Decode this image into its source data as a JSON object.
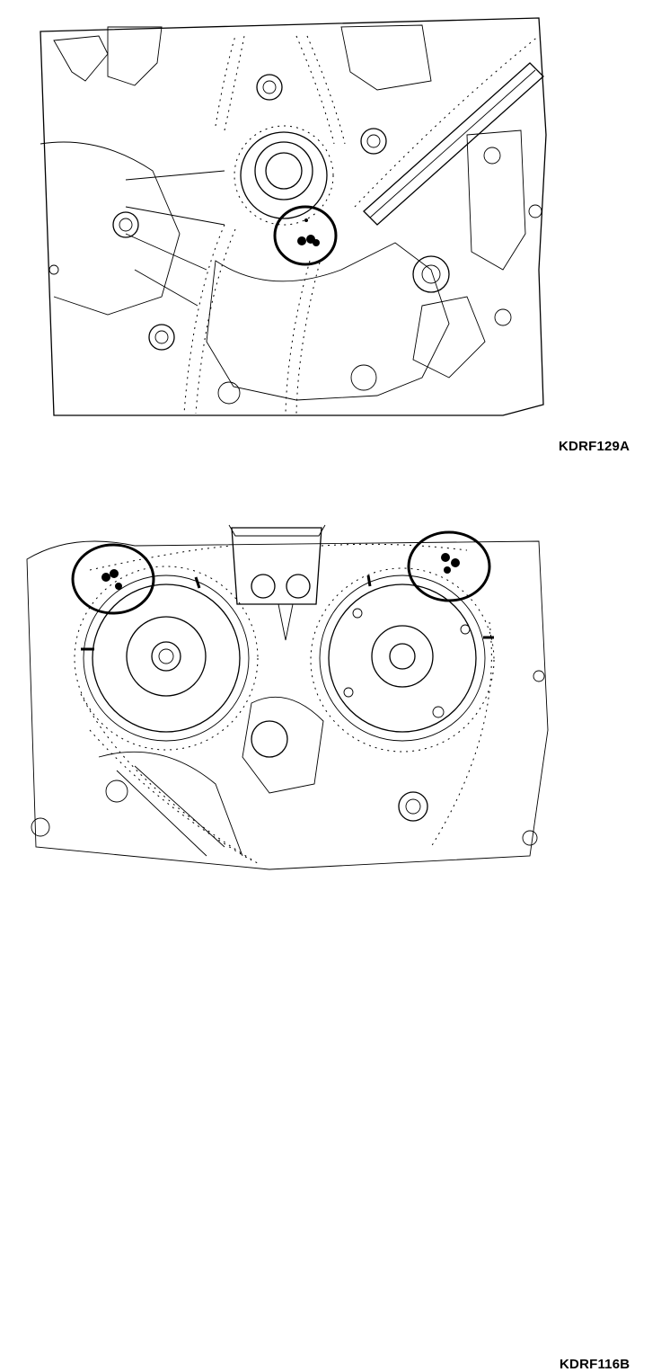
{
  "figures": [
    {
      "id": "top",
      "caption": "KDRF129A"
    },
    {
      "id": "bottom",
      "caption": "KDRF116B"
    }
  ],
  "colors": {
    "ink": "#000000",
    "paper": "#ffffff"
  }
}
